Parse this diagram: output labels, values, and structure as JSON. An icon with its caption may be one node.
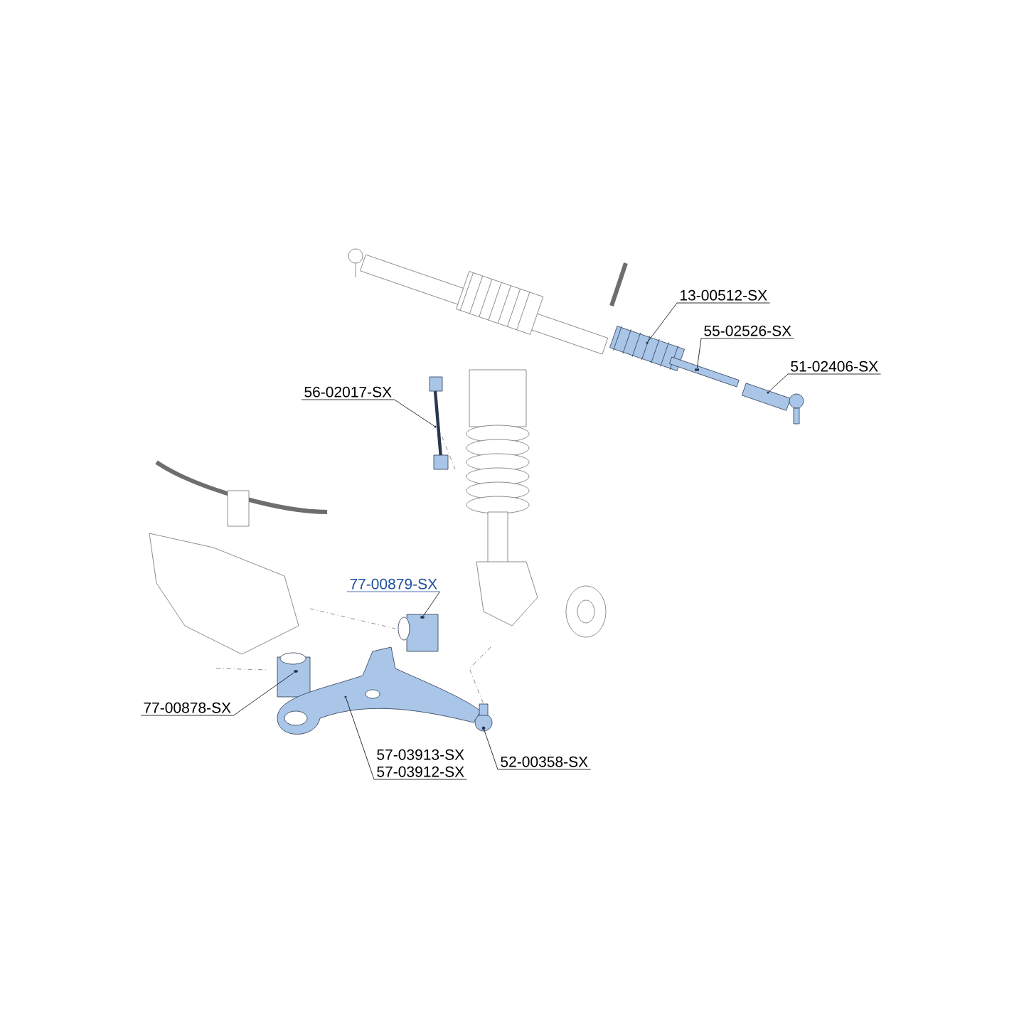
{
  "diagram": {
    "nodes": [
      {
        "text": [
          "13-00512-SX"
        ]
      },
      {
        "text": [
          "55-02526-SX"
        ]
      },
      {
        "text": [
          "51-02406-SX"
        ]
      },
      {
        "text": [
          "56-02017-SX"
        ]
      },
      {
        "text": [
          "77-00879-SX"
        ]
      },
      {
        "text": [
          "77-00878-SX"
        ]
      },
      {
        "text": [
          "57-03913-SX",
          "57-03912-SX"
        ]
      },
      {
        "text": [
          "52-00358-SX"
        ]
      },
      {
        "text": [],
        "shape": "picture"
      },
      {
        "text": [],
        "shape": "bar"
      },
      {
        "text": [],
        "shape": "picture"
      },
      {
        "text": [],
        "shape": "picture"
      },
      {
        "text": [],
        "shape": "cylinder"
      },
      {
        "text": [],
        "shape": "cylinder"
      },
      {
        "text": [],
        "shape": "picture"
      },
      {
        "text": [],
        "shape": "circle"
      }
    ],
    "edges": [
      {
        "from": 0,
        "to": 8,
        "arrow": "none"
      },
      {
        "from": 1,
        "to": 9,
        "arrow": "none"
      },
      {
        "from": 2,
        "to": 10,
        "arrow": "none"
      },
      {
        "from": 3,
        "to": 11,
        "arrow": "none"
      },
      {
        "from": 4,
        "to": 12,
        "arrow": "none"
      },
      {
        "from": 5,
        "to": 13,
        "arrow": "none"
      },
      {
        "from": 6,
        "to": 14,
        "arrow": "none"
      },
      {
        "from": 7,
        "to": 15,
        "arrow": "none"
      }
    ]
  }
}
